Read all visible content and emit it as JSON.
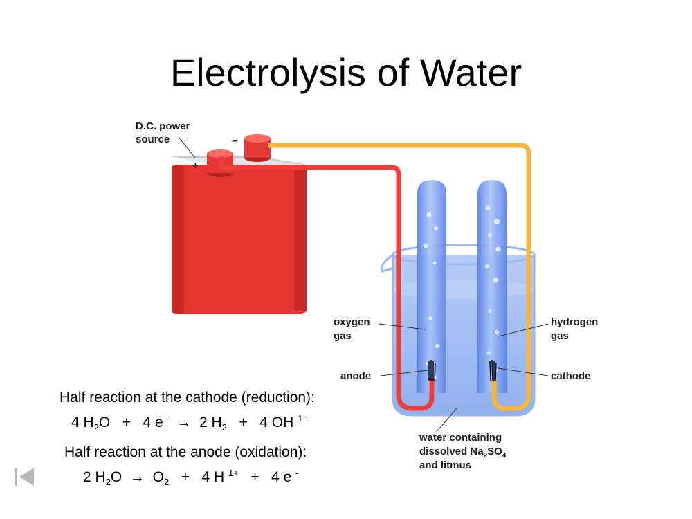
{
  "title": "Electrolysis of Water",
  "diagram": {
    "labels": {
      "power_line1": "D.C. power",
      "power_line2": "source",
      "plus": "+",
      "minus": "–",
      "oxygen_line1": "oxygen",
      "oxygen_line2": "gas",
      "hydrogen_line1": "hydrogen",
      "hydrogen_line2": "gas",
      "anode": "anode",
      "cathode": "cathode",
      "water_line1": "water containing",
      "water_line2_pre": "dissolved Na",
      "water_sub1": "2",
      "water_mid": "SO",
      "water_sub2": "4",
      "water_line3": "and litmus"
    }
  },
  "cathode": {
    "heading": "Half reaction at the cathode (reduction):",
    "t1": "4 H",
    "s1": "2",
    "t2": "O   +   4 e",
    "sup1": " -",
    "arrow": "  →  ",
    "t3": "2 H",
    "s2": "2",
    "t4": "   +   4 OH ",
    "sup2": "1-"
  },
  "anode": {
    "heading": "Half reaction at the anode (oxidation):",
    "t1": "2 H",
    "s1": "2",
    "t2": "O",
    "arrow": "  →  ",
    "t3": "O",
    "s2": "2",
    "t4": "   +   4 H ",
    "sup1": "1+",
    "t5": "   +   4 e ",
    "sup2": "-"
  },
  "colors": {
    "battery": "#e53530",
    "wire_red": "#ee3e3a",
    "wire_yellow": "#f4b63d",
    "water": "#8fb3f0",
    "tube": "#6f94ee"
  }
}
